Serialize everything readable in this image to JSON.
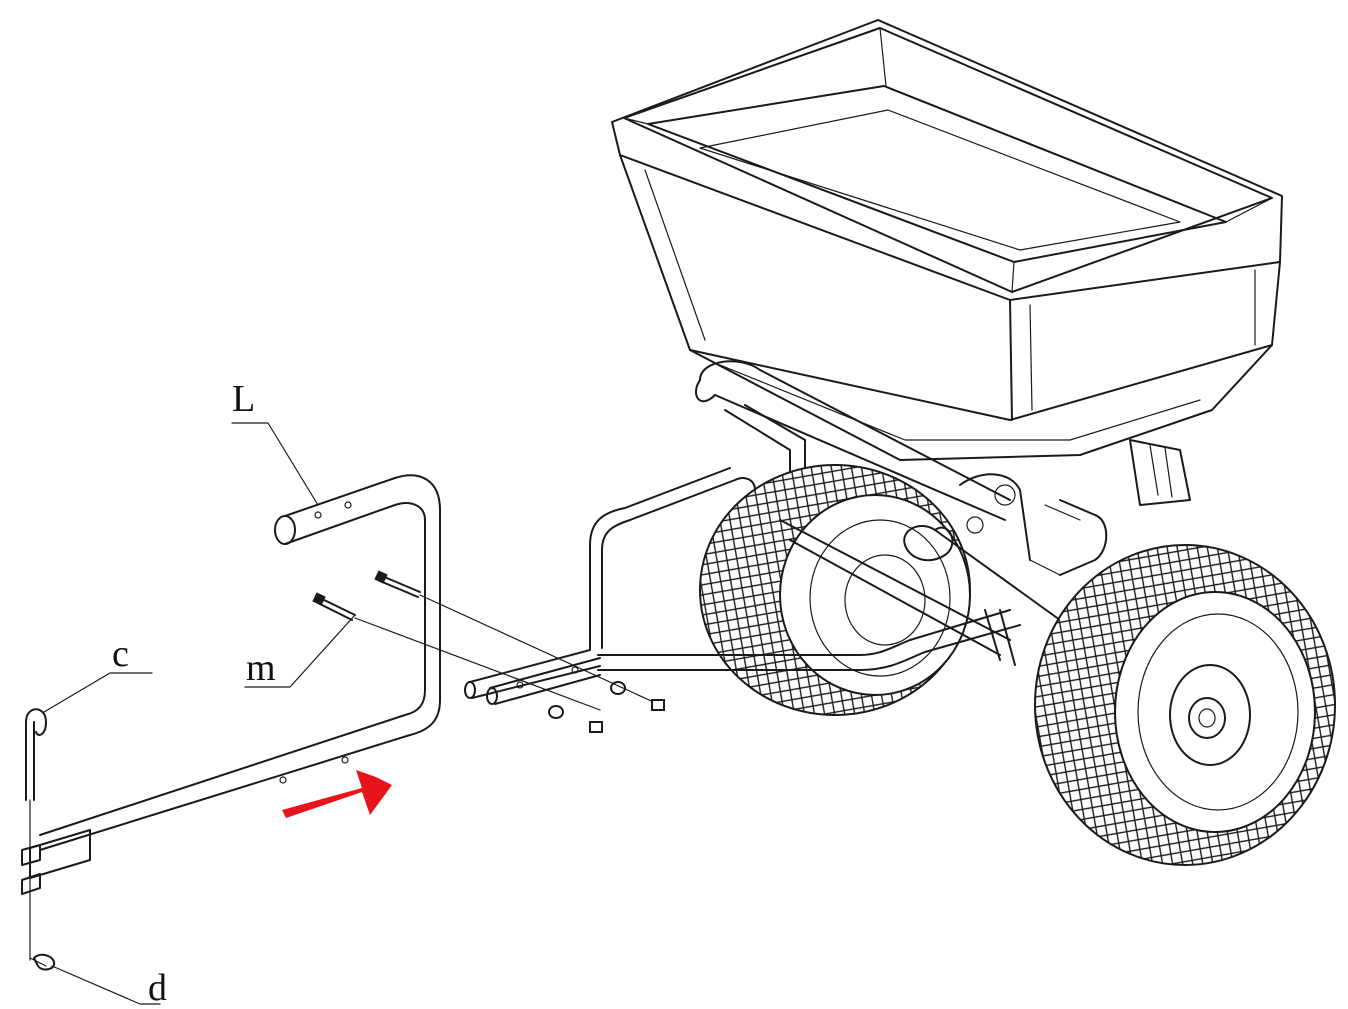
{
  "labels": {
    "L": "L",
    "m": "m",
    "c": "c",
    "d": "d"
  },
  "colors": {
    "line": "#1a1a1a",
    "arrow": "#e8141b",
    "background": "#ffffff"
  },
  "arrow_icon": "right-arrow-icon"
}
